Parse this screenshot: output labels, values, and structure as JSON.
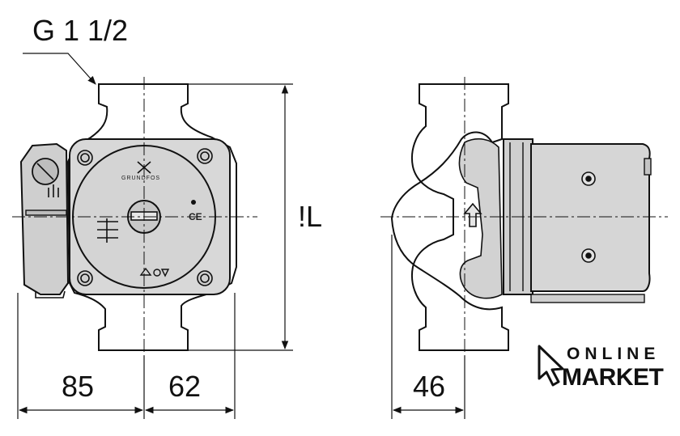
{
  "connection_label": "G 1 1/2",
  "length_label": "!L",
  "dimensions": {
    "left_width": "85",
    "right_width": "62",
    "side_depth": "46"
  },
  "pump_face": {
    "brand": "GRUNDFOS",
    "mark": "CE"
  },
  "logo": {
    "top": "ONLINE",
    "bottom": "MARKET"
  }
}
